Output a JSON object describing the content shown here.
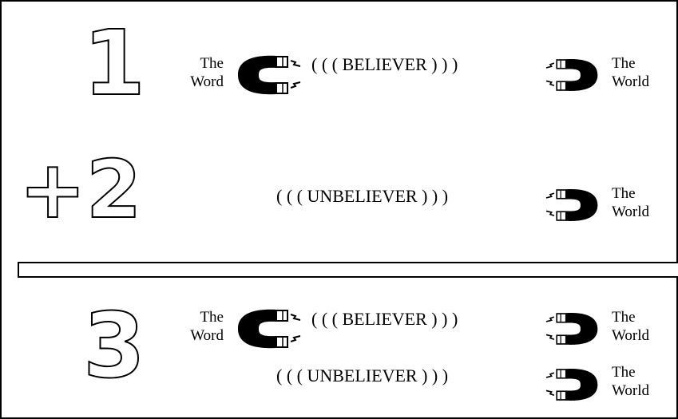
{
  "rows": [
    {
      "numeral": "1",
      "left_label": [
        "The",
        "Word"
      ],
      "phrase": "( ( ( BELIEVER ) ) )",
      "right_label": [
        "The",
        "World"
      ]
    },
    {
      "numeral": "+2",
      "phrase": "( ( ( UNBELIEVER ) ) )",
      "right_label": [
        "The",
        "World"
      ]
    },
    {
      "numeral": "3",
      "line1": {
        "left_label": [
          "The",
          "Word"
        ],
        "phrase": "( ( ( BELIEVER ) ) )",
        "right_label": [
          "The",
          "World"
        ]
      },
      "line2": {
        "phrase": "( ( ( UNBELIEVER ) ) )",
        "right_label": [
          "The",
          "World"
        ]
      }
    }
  ],
  "icons": [
    "magnet-icon",
    "lightning-bolt-icon"
  ]
}
